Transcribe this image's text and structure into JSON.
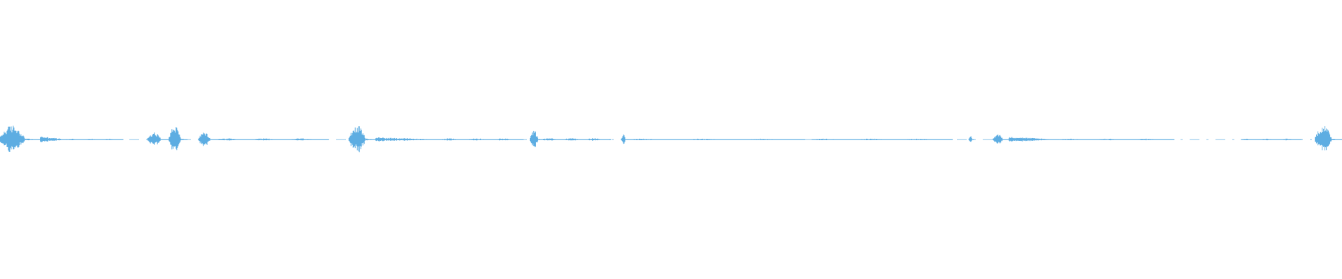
{
  "waveform": {
    "color": "#5DADE2",
    "background": "#FFFFFF",
    "duration_fraction_range": [
      0,
      1
    ],
    "segments": [
      {
        "start": 0.0,
        "end": 0.03,
        "amp": 0.055,
        "kind": "burst"
      },
      {
        "start": 0.03,
        "end": 0.05,
        "amp": 0.012,
        "kind": "tail"
      },
      {
        "start": 0.05,
        "end": 0.092,
        "amp": 0.003,
        "kind": "quiet"
      },
      {
        "start": 0.11,
        "end": 0.126,
        "amp": 0.028,
        "kind": "burst"
      },
      {
        "start": 0.126,
        "end": 0.14,
        "amp": 0.055,
        "kind": "burst"
      },
      {
        "start": 0.148,
        "end": 0.162,
        "amp": 0.028,
        "kind": "burst"
      },
      {
        "start": 0.162,
        "end": 0.245,
        "amp": 0.004,
        "kind": "quiet"
      },
      {
        "start": 0.26,
        "end": 0.28,
        "amp": 0.055,
        "kind": "burst"
      },
      {
        "start": 0.28,
        "end": 0.33,
        "amp": 0.008,
        "kind": "tail"
      },
      {
        "start": 0.33,
        "end": 0.39,
        "amp": 0.004,
        "kind": "quiet"
      },
      {
        "start": 0.395,
        "end": 0.405,
        "amp": 0.035,
        "kind": "burst"
      },
      {
        "start": 0.405,
        "end": 0.455,
        "amp": 0.005,
        "kind": "quiet"
      },
      {
        "start": 0.463,
        "end": 0.468,
        "amp": 0.022,
        "kind": "burst"
      },
      {
        "start": 0.468,
        "end": 0.6,
        "amp": 0.003,
        "kind": "quiet"
      },
      {
        "start": 0.605,
        "end": 0.71,
        "amp": 0.003,
        "kind": "quiet"
      },
      {
        "start": 0.722,
        "end": 0.726,
        "amp": 0.015,
        "kind": "burst"
      },
      {
        "start": 0.74,
        "end": 0.752,
        "amp": 0.022,
        "kind": "burst"
      },
      {
        "start": 0.752,
        "end": 0.79,
        "amp": 0.01,
        "kind": "tail"
      },
      {
        "start": 0.79,
        "end": 0.875,
        "amp": 0.003,
        "kind": "quiet"
      },
      {
        "start": 0.925,
        "end": 0.97,
        "amp": 0.003,
        "kind": "quiet"
      },
      {
        "start": 0.98,
        "end": 1.0,
        "amp": 0.055,
        "kind": "burst"
      }
    ]
  }
}
